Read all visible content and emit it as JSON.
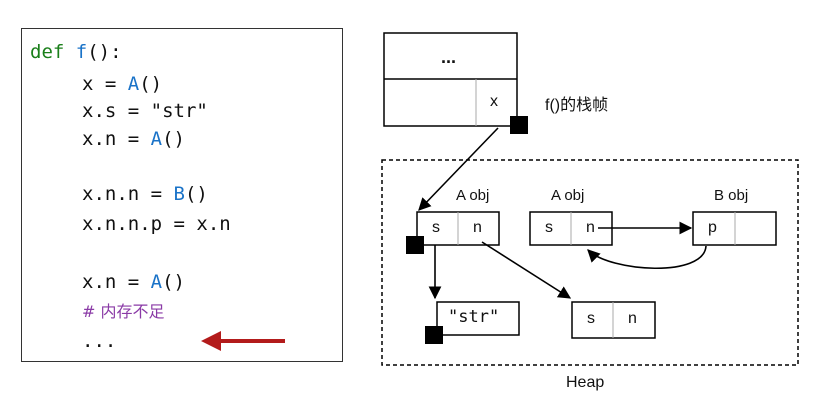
{
  "code": {
    "lines": [
      {
        "kw": "def",
        "fn": "f",
        "rest": "():"
      },
      {
        "pre": "x = ",
        "cls": "A",
        "post": "()"
      },
      {
        "text": "x.s = \"str\""
      },
      {
        "pre": "x.n = ",
        "cls": "A",
        "post": "()"
      },
      {
        "pre": "x.n.n = ",
        "cls": "B",
        "post": "()"
      },
      {
        "text": "x.n.n.p = x.n"
      },
      {
        "pre": "x.n = ",
        "cls": "A",
        "post": "()"
      },
      {
        "comment": "# 内存不足"
      },
      {
        "text": "..."
      }
    ]
  },
  "stack": {
    "ellipsis": "...",
    "var": "x",
    "frame_label": "f()的栈帧"
  },
  "heap": {
    "label": "Heap",
    "obj1": {
      "title": "A obj",
      "f1": "s",
      "f2": "n"
    },
    "obj2": {
      "title": "A obj",
      "f1": "s",
      "f2": "n"
    },
    "obj3": {
      "title": "B obj",
      "f1": "p"
    },
    "str": {
      "text": "\"str\""
    },
    "obj4": {
      "f1": "s",
      "f2": "n"
    }
  },
  "colors": {
    "arrow_red": "#b31b1b",
    "keyword": "#1a7f1a",
    "class_name": "#1a73c8",
    "comment": "#8a3aa6"
  }
}
